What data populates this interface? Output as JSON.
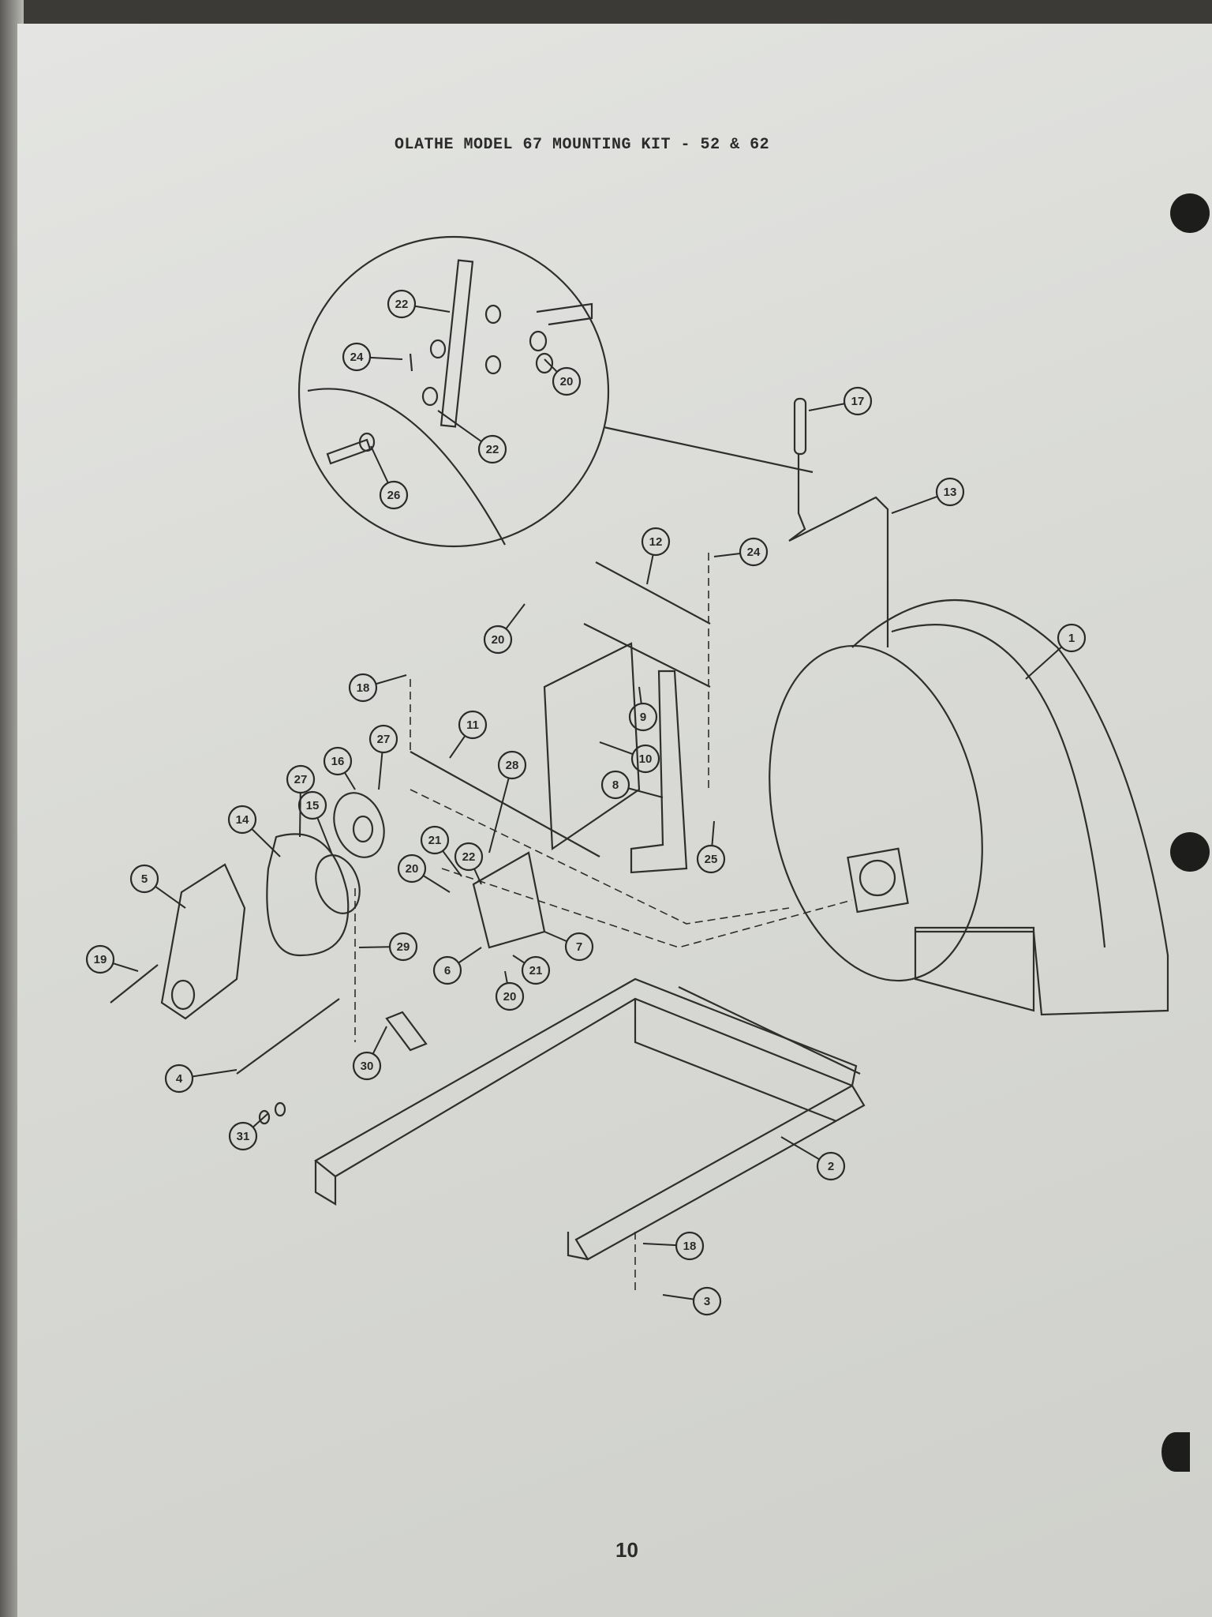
{
  "title": "OLATHE MODEL 67 MOUNTING KIT - 52 & 62",
  "page_number": "10",
  "callouts": [
    "22",
    "24",
    "20",
    "22",
    "26",
    "17",
    "13",
    "12",
    "24",
    "20",
    "1",
    "18",
    "9",
    "11",
    "27",
    "10",
    "16",
    "28",
    "27",
    "15",
    "8",
    "14",
    "21",
    "25",
    "22",
    "20",
    "5",
    "7",
    "29",
    "19",
    "6",
    "21",
    "20",
    "30",
    "4",
    "31",
    "2",
    "18",
    "3"
  ],
  "colors": {
    "paper": "#dcddd9",
    "ink": "#2a2a2a",
    "hole": "#1d1d1b"
  }
}
